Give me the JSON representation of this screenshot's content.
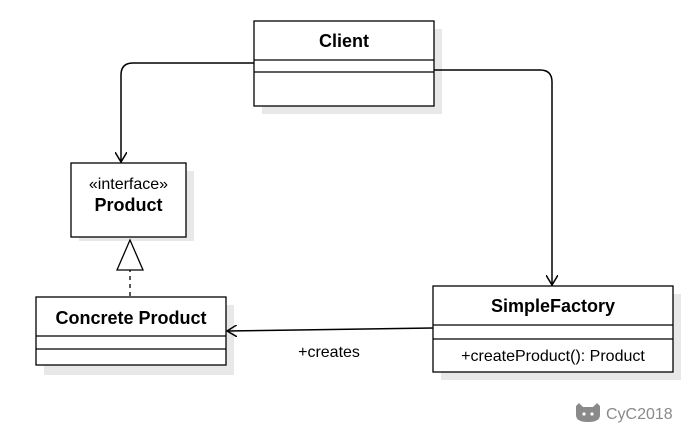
{
  "classes": {
    "client": {
      "name": "Client"
    },
    "product": {
      "stereotype": "«interface»",
      "name": "Product"
    },
    "concrete_product": {
      "name": "Concrete Product"
    },
    "simple_factory": {
      "name": "SimpleFactory",
      "method": "+createProduct(): Product"
    }
  },
  "relations": {
    "creates_label": "+creates"
  },
  "watermark": {
    "text": "CyC2018",
    "icon": "github-octocat-icon"
  },
  "colors": {
    "stroke": "#000000",
    "shadow": "#e8e8e8",
    "watermark": "#8a8a8a"
  }
}
